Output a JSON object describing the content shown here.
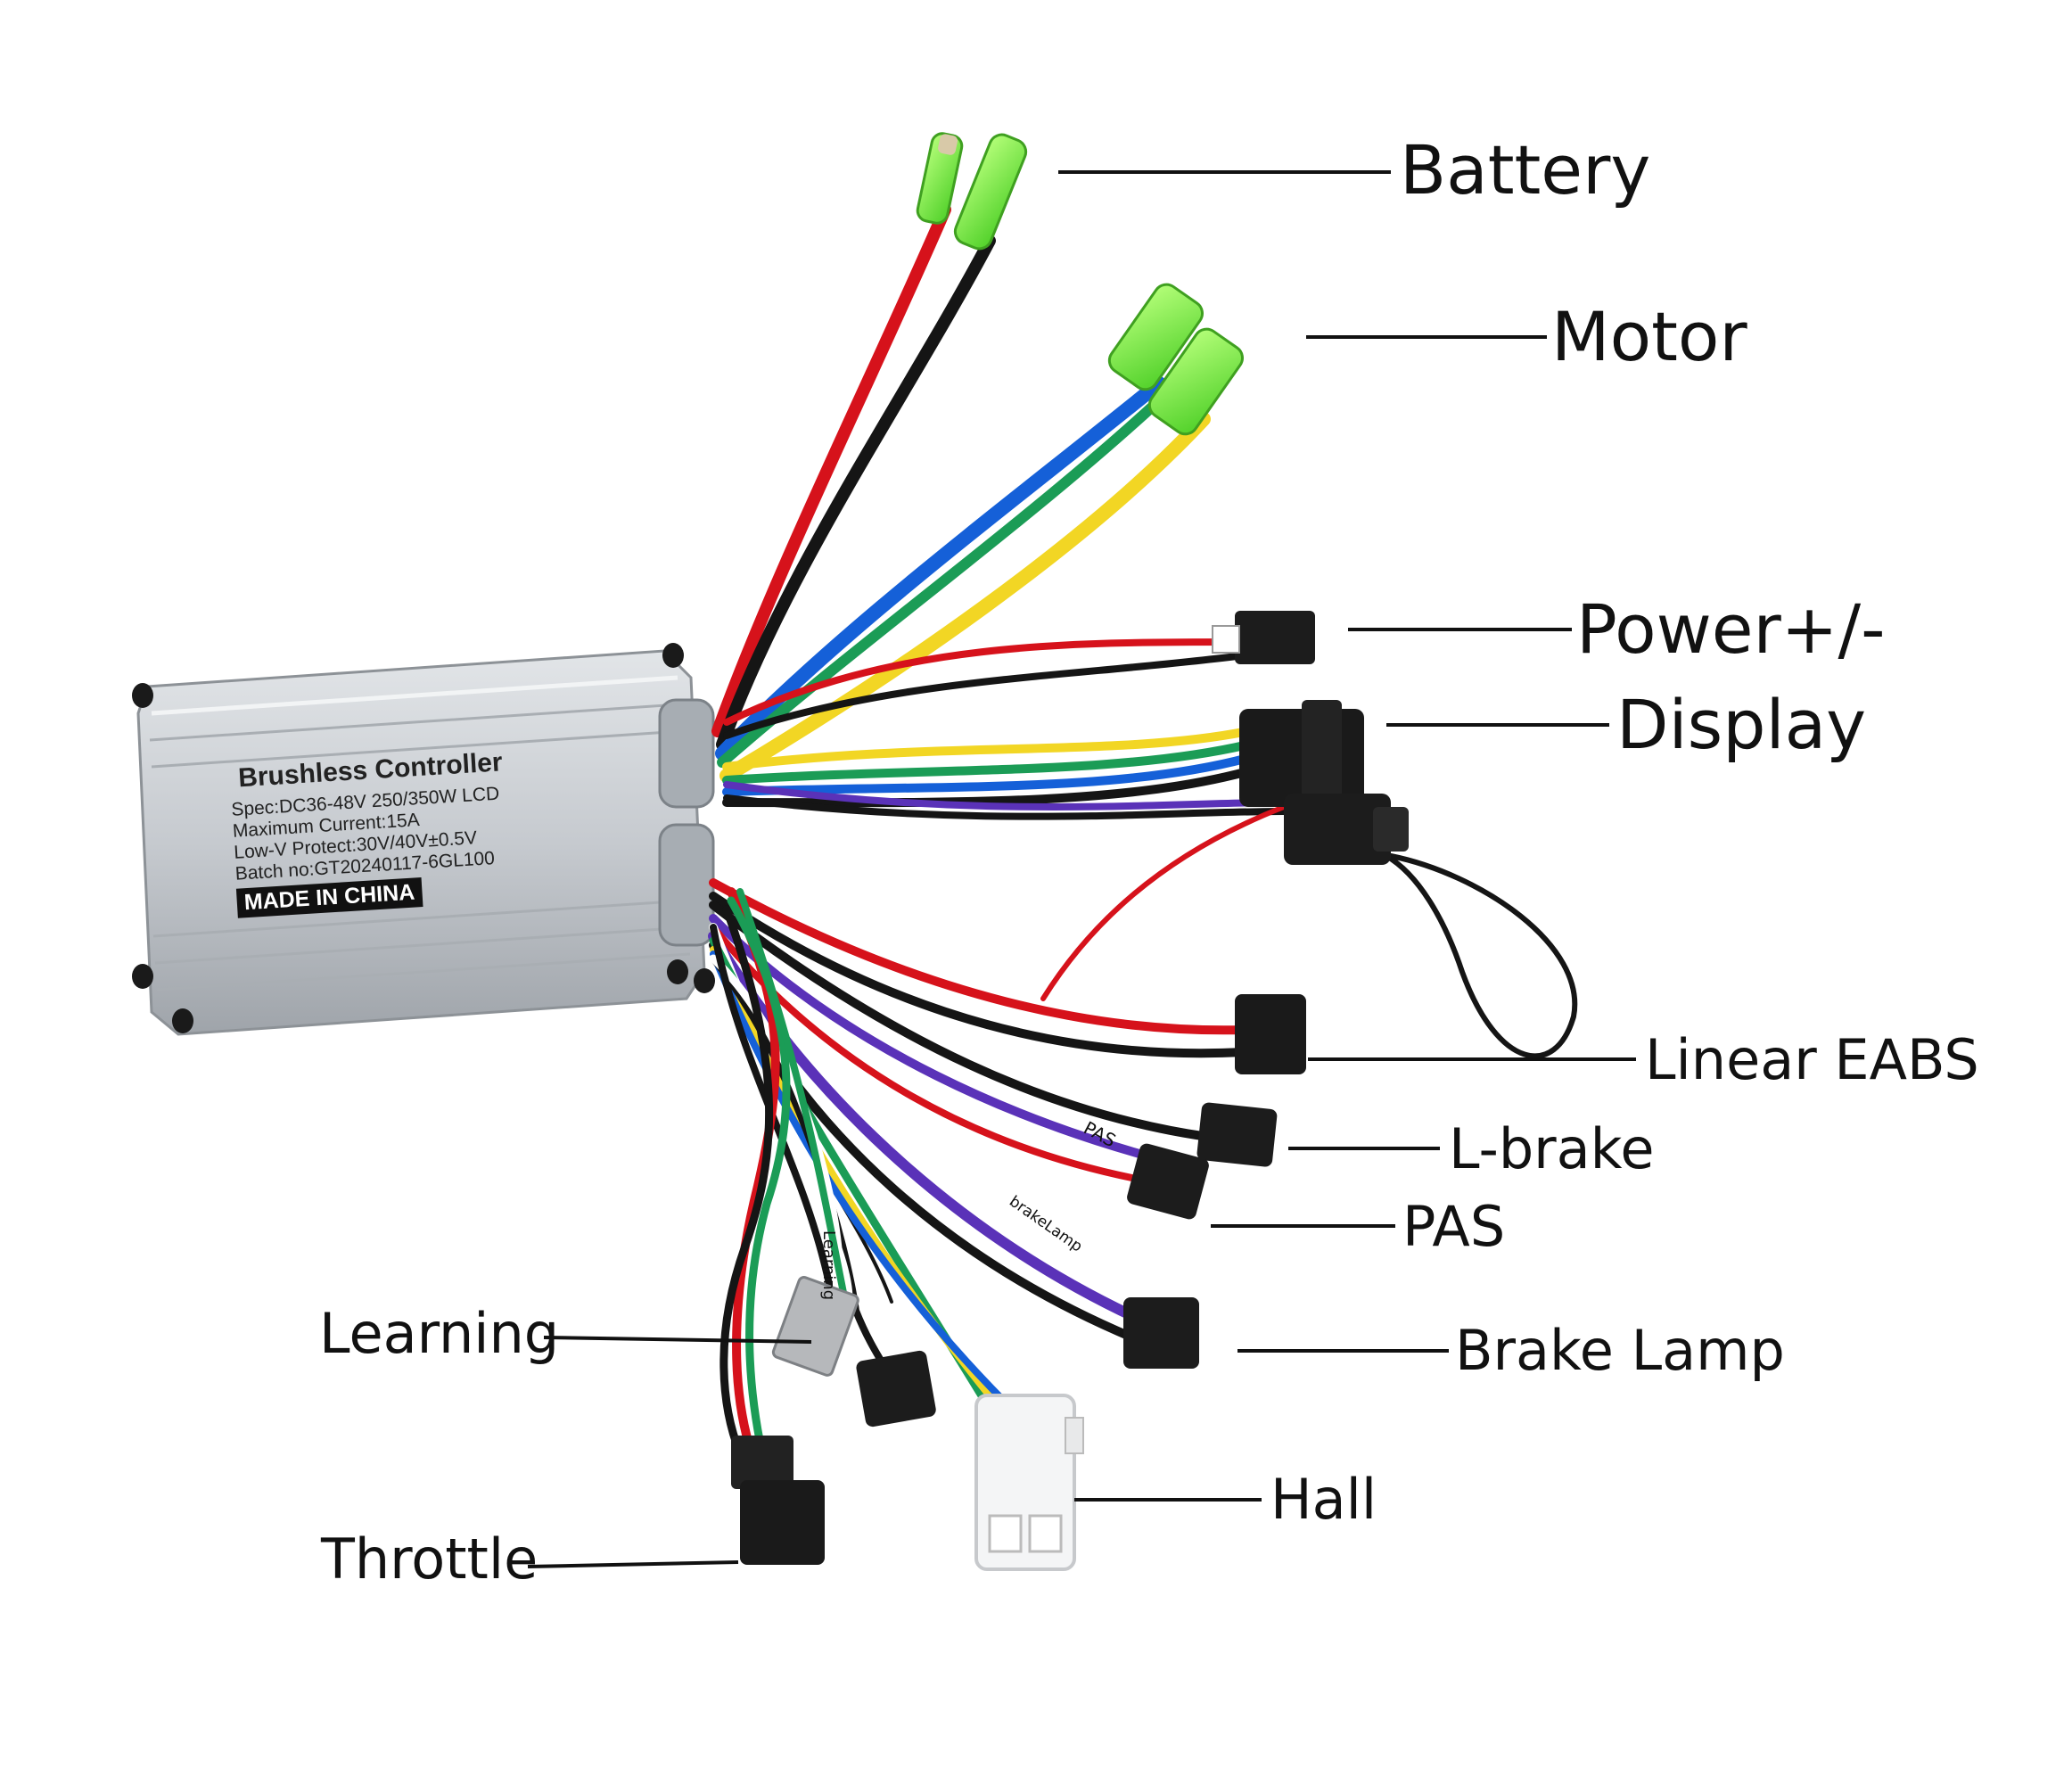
{
  "callouts": {
    "battery": "Battery",
    "motor": "Motor",
    "power": "Power+/-",
    "display": "Display",
    "linear_eabs": "Linear EABS",
    "l_brake": "L-brake",
    "pas": "PAS",
    "brake_lamp": "Brake Lamp",
    "hall": "Hall",
    "learning": "Learning",
    "throttle": "Throttle"
  },
  "controller_label": {
    "title": "Brushless Controller",
    "spec": "Spec:DC36-48V  250/350W  LCD",
    "max_current": "Maximum Current:15A",
    "low_v": "Low-V Protect:30V/40V±0.5V",
    "batch": "Batch no:GT20240117-6GL100",
    "origin": "MADE IN CHINA"
  },
  "wire_tags": {
    "pas": "PAS",
    "learning": "Learning",
    "brake_lamp": "brakeLamp"
  },
  "colors": {
    "red": "#d6121b",
    "black": "#151515",
    "blue": "#1560d8",
    "green": "#1b9c56",
    "yellow": "#f2d624",
    "purple": "#5a32b8",
    "connector_green": "#7ef04a",
    "case_silver": "#c9cdd2"
  }
}
